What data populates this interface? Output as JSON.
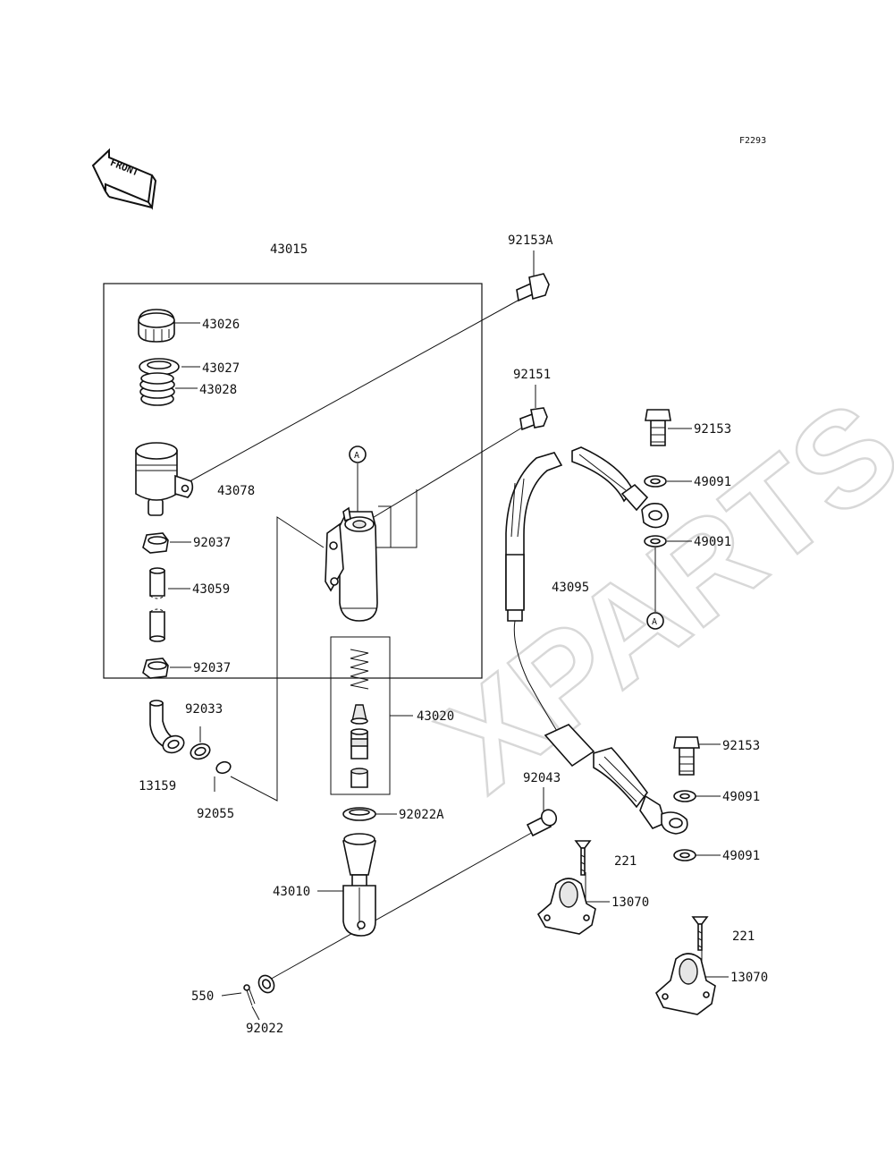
{
  "figure_code": "F2293",
  "front_label": "FRONT",
  "watermark": "XPARTS",
  "assembly_label": "43015",
  "callouts": {
    "a_top": "A",
    "a_bottom": "A"
  },
  "labels": {
    "l43026": "43026",
    "l43027": "43027",
    "l43028": "43028",
    "l43078": "43078",
    "l92037a": "92037",
    "l43059": "43059",
    "l92037b": "92037",
    "l92033": "92033",
    "l13159": "13159",
    "l92055": "92055",
    "l92153a": "92153A",
    "l92151": "92151",
    "l43020": "43020",
    "l92022a": "92022A",
    "l43010": "43010",
    "l550": "550",
    "l92022": "92022",
    "l92043": "92043",
    "l92153_top": "92153",
    "l49091_1": "49091",
    "l49091_2": "49091",
    "l43095": "43095",
    "l92153_mid": "92153",
    "l49091_3": "49091",
    "l49091_4": "49091",
    "l221_a": "221",
    "l13070_a": "13070",
    "l221_b": "221",
    "l13070_b": "13070"
  }
}
